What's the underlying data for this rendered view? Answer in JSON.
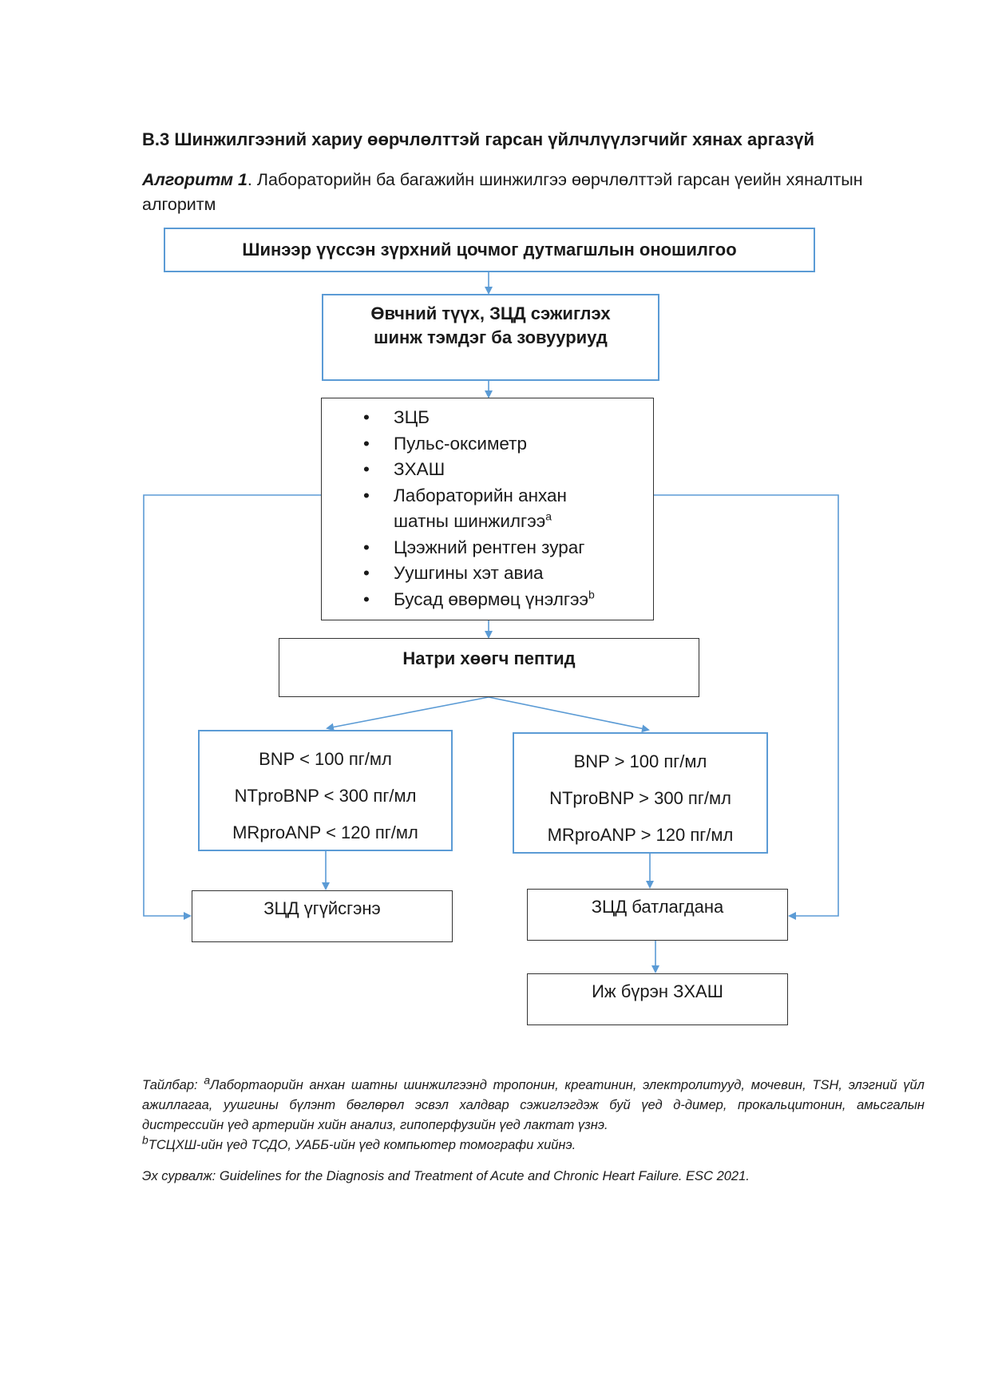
{
  "section_heading": "В.3 Шинжилгээний хариу өөрчлөлттэй гарсан үйлчлүүлэгчийг хянах аргазүй",
  "caption": {
    "label": "Алгоритм 1",
    "text": ". Лабораторийн ба багажийн шинжилгээ өөрчлөлттэй гарсан үеийн хяналтын алгоритм"
  },
  "flowchart": {
    "start": "Шинээр үүссэн зүрхний цочмог дутмагшлын оношилгоо",
    "history": [
      "Өвчний түүх, ЗЦД сэжиглэх",
      "шинж тэмдэг ба зовууриуд"
    ],
    "exams": [
      {
        "text": "ЗЦБ",
        "sup": ""
      },
      {
        "text": "Пульс-оксиметр",
        "sup": ""
      },
      {
        "text": "ЗХАШ",
        "sup": ""
      },
      {
        "text": "Лабораторийн анхан",
        "sup": ""
      },
      {
        "text": "шатны шинжилгээ",
        "sup": "a"
      },
      {
        "text": "Цээжний рентген зураг",
        "sup": ""
      },
      {
        "text": "Уушгины хэт авиа",
        "sup": ""
      },
      {
        "text": "Бусад өвөрмөц үнэлгээ",
        "sup": "b"
      }
    ],
    "peptide": "Натри хөөгч пептид",
    "low": [
      "BNP < 100 пг/мл",
      "NTproBNP < 300 пг/мл",
      "MRproANP < 120 пг/мл"
    ],
    "high": [
      "BNP > 100 пг/мл",
      "NTproBNP > 300 пг/мл",
      "MRproANP > 120 пг/мл"
    ],
    "excluded": "ЗЦД үгүйсгэнэ",
    "confirmed": "ЗЦД батлагдана",
    "full_echo": "Иж бүрэн ЗХАШ",
    "arrow_color": "#5b9bd5"
  },
  "footnote": {
    "lead": "Тайлбар: ",
    "sup_a": "a",
    "text_a": "Лабортаорийн анхан шатны шинжилгээнд тропонин, креатинин, электролитууд, мочевин, TSH, элэгний үйл ажиллагаа, уушгины бүлэнт бөглөрөл эсвэл халдвар сэжиглэгдэж буй үед д-димер, прокальцитонин, амьсгалын дистрессийн үед артерийн хийн анализ, гипоперфузийн үед лактат үзнэ.",
    "sup_b": "b",
    "text_b": "ТСЦХШ-ийн үед ТСДО, УАББ-ийн үед компьютер томографи хийнэ."
  },
  "source": "Эх сурвалж: Guidelines for the Diagnosis and Treatment of Acute and Chronic Heart Failure. ESC 2021."
}
